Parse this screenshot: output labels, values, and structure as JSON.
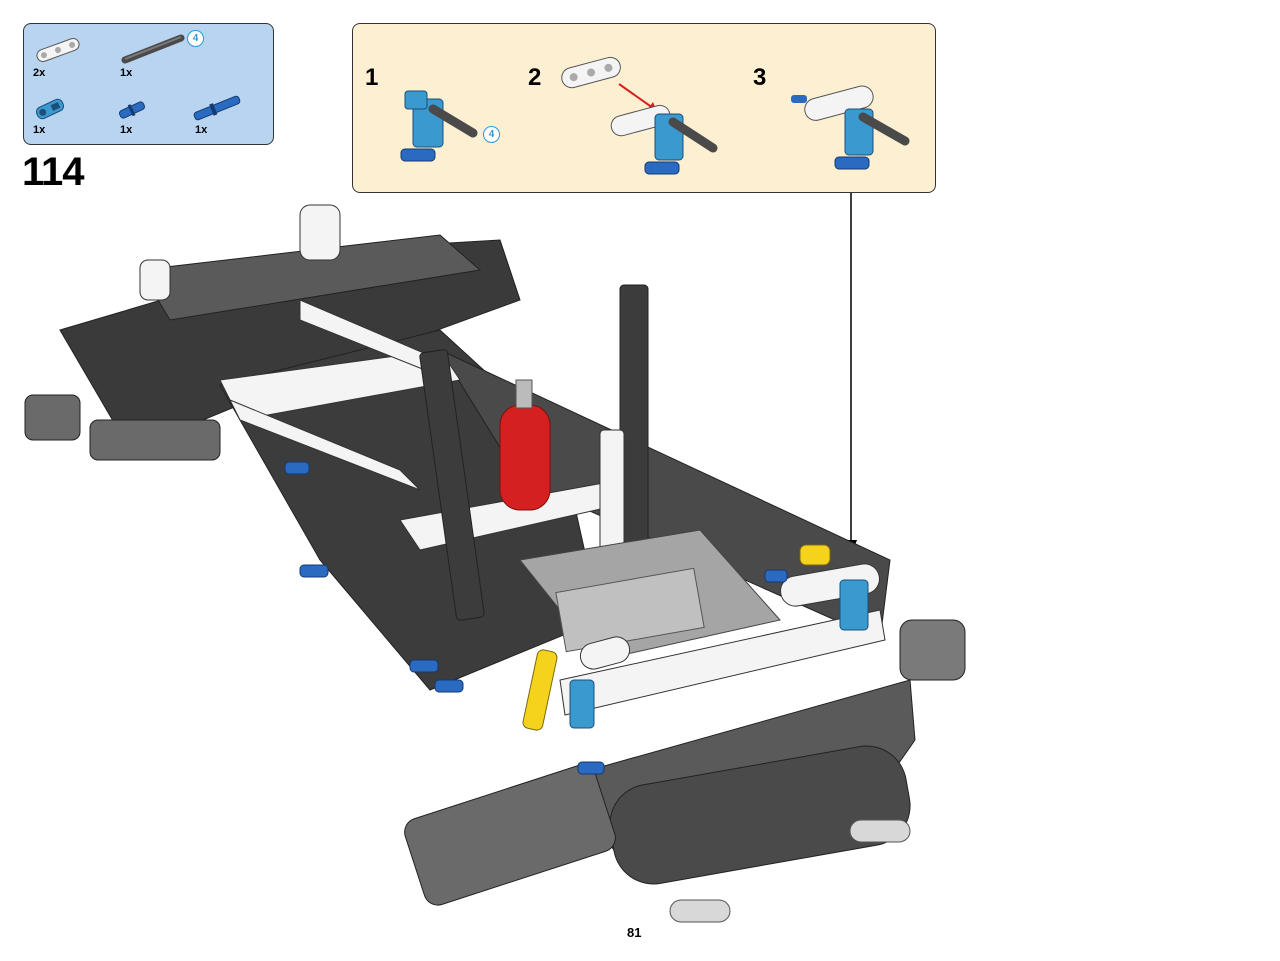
{
  "parts_list": {
    "items": [
      {
        "qty": "2x",
        "icon": "white-beam-icon"
      },
      {
        "qty": "1x",
        "icon": "axle-icon",
        "length": "4"
      },
      {
        "qty": "1x",
        "icon": "blue-connector-icon"
      },
      {
        "qty": "1x",
        "icon": "blue-pin-icon"
      },
      {
        "qty": "1x",
        "icon": "blue-long-pin-icon"
      }
    ]
  },
  "step": {
    "number": "114"
  },
  "sub_steps": [
    {
      "number": "1",
      "axle_length": "4"
    },
    {
      "number": "2"
    },
    {
      "number": "3"
    }
  ],
  "page": {
    "number": "81"
  },
  "colors": {
    "parts_bg": "#b8d4f0",
    "substep_bg": "#fdf0d2",
    "accent_blue": "#2a9ad4",
    "arrow_red": "#d42020"
  }
}
